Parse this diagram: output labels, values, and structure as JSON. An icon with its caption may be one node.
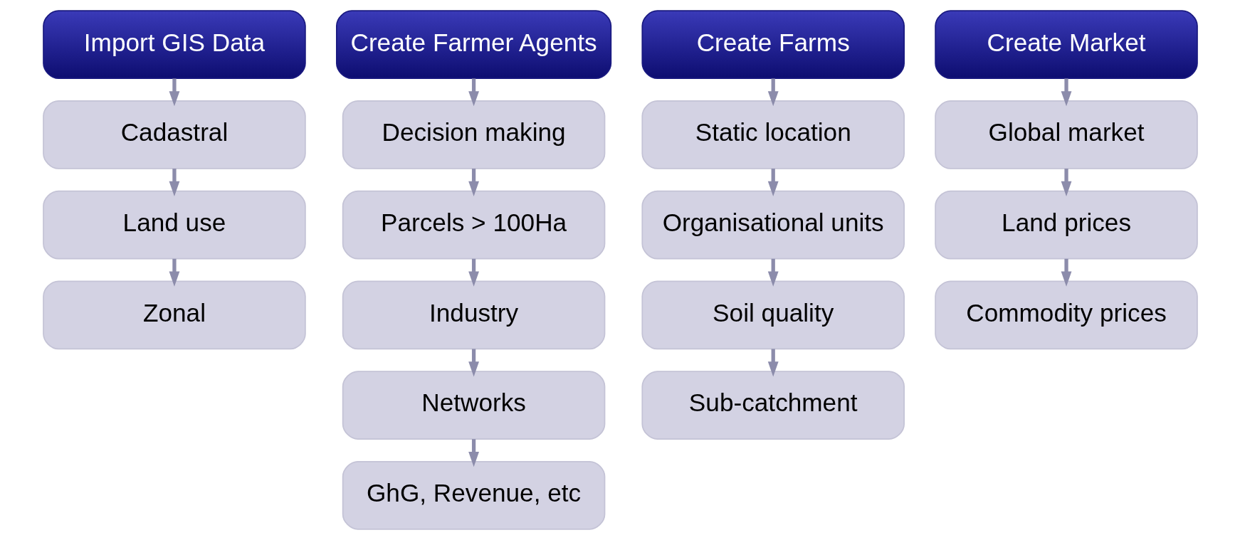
{
  "diagram": {
    "nodes": [
      {
        "text": [
          "Import GIS Data"
        ]
      },
      {
        "text": [
          "Cadastral"
        ]
      },
      {
        "text": [
          "Land use"
        ]
      },
      {
        "text": [
          "Zonal"
        ]
      },
      {
        "text": [
          "Create Farmer Agents"
        ]
      },
      {
        "text": [
          "Decision making"
        ]
      },
      {
        "text": [
          "Parcels > 100Ha"
        ]
      },
      {
        "text": [
          "Industry"
        ]
      },
      {
        "text": [
          "Networks"
        ]
      },
      {
        "text": [
          "GhG, Revenue, etc"
        ]
      },
      {
        "text": [
          "Create Farms"
        ]
      },
      {
        "text": [
          "Static location"
        ]
      },
      {
        "text": [
          "Organisational units"
        ]
      },
      {
        "text": [
          "Soil quality"
        ]
      },
      {
        "text": [
          "Sub-catchment"
        ]
      },
      {
        "text": [
          "Create Market"
        ]
      },
      {
        "text": [
          "Global market"
        ]
      },
      {
        "text": [
          "Land prices"
        ]
      },
      {
        "text": [
          "Commodity prices"
        ]
      }
    ],
    "edges": [
      {
        "from": 0,
        "to": 1,
        "arrow": "to"
      },
      {
        "from": 1,
        "to": 2,
        "arrow": "to"
      },
      {
        "from": 2,
        "to": 3,
        "arrow": "to"
      },
      {
        "from": 4,
        "to": 5,
        "arrow": "to"
      },
      {
        "from": 5,
        "to": 6,
        "arrow": "to"
      },
      {
        "from": 6,
        "to": 7,
        "arrow": "to"
      },
      {
        "from": 7,
        "to": 8,
        "arrow": "to"
      },
      {
        "from": 8,
        "to": 9,
        "arrow": "to"
      },
      {
        "from": 10,
        "to": 11,
        "arrow": "to"
      },
      {
        "from": 11,
        "to": 12,
        "arrow": "to"
      },
      {
        "from": 12,
        "to": 13,
        "arrow": "to"
      },
      {
        "from": 13,
        "to": 14,
        "arrow": "to"
      },
      {
        "from": 15,
        "to": 16,
        "arrow": "to"
      },
      {
        "from": 16,
        "to": 17,
        "arrow": "to"
      },
      {
        "from": 17,
        "to": 18,
        "arrow": "to"
      }
    ]
  }
}
